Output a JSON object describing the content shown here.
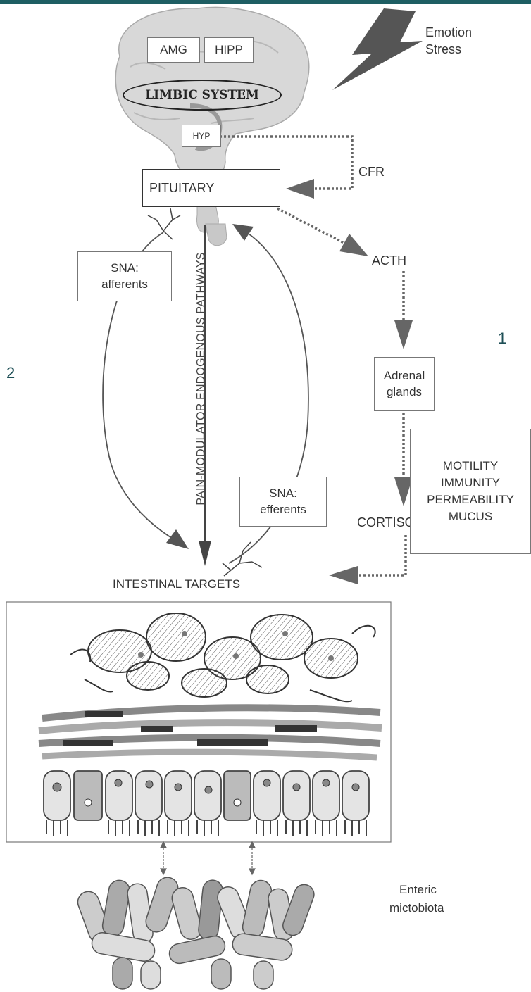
{
  "brain": {
    "amg": "AMG",
    "hipp": "HIPP",
    "limbic_system": "LIMBIC SYSTEM",
    "hyp": "HYP"
  },
  "stressor": {
    "line1": "Emotion",
    "line2": "Stress"
  },
  "pituitary": "PITUITARY",
  "cfr": "CFR",
  "acth": "ACTH",
  "adrenal": {
    "line1": "Adrenal",
    "line2": "glands"
  },
  "cortisol": "CORTISOL",
  "sna_afferents": {
    "line1": "SNA:",
    "line2": "afferents"
  },
  "sna_efferents": {
    "line1": "SNA:",
    "line2": "efferents"
  },
  "pain_pathway": "PAIN-MODULATOR ENDOGENOUS PATHWAYS",
  "intestinal_targets": "INTESTINAL TARGETS",
  "effects": [
    "MOTILITY",
    "IMMUNITY",
    "PERMEABILITY",
    "MUCUS"
  ],
  "microbiota": {
    "line1": "Enteric",
    "line2": "mictobiota"
  },
  "pathway_numbers": {
    "one": "1",
    "two": "2"
  }
}
